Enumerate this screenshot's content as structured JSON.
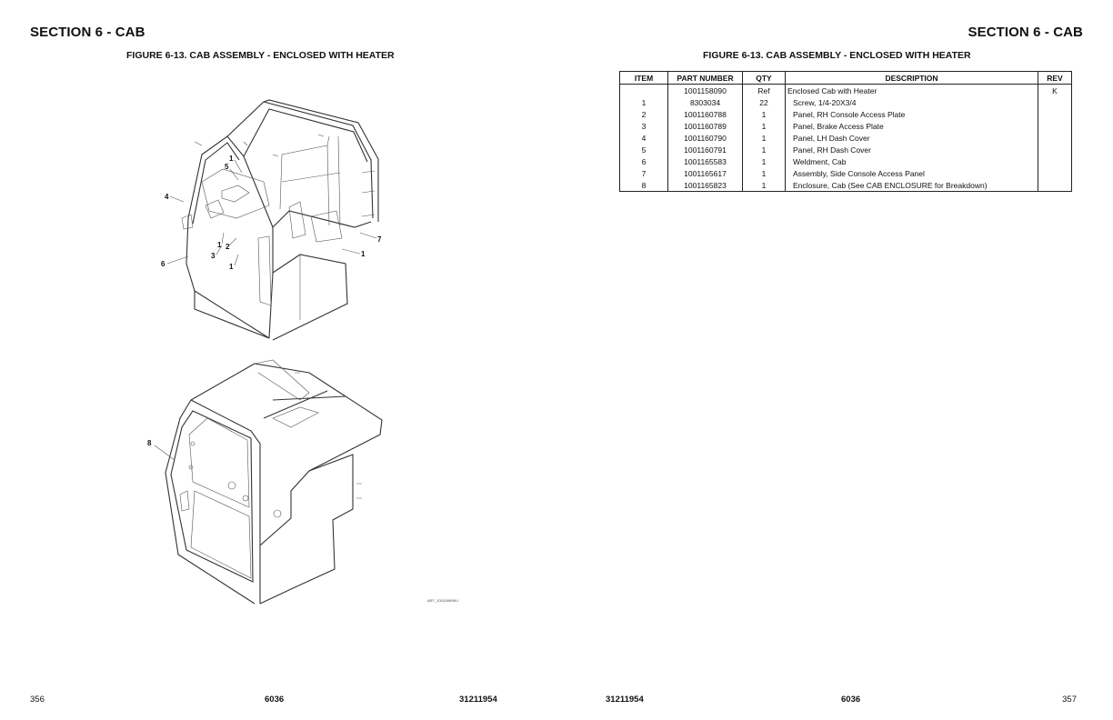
{
  "header": {
    "section_left": "SECTION 6 - CAB",
    "section_right": "SECTION 6 - CAB",
    "figure_left": "FIGURE 6-13. CAB ASSEMBLY - ENCLOSED WITH HEATER",
    "figure_right": "FIGURE 6-13. CAB ASSEMBLY - ENCLOSED WITH HEATER"
  },
  "table": {
    "headers": [
      "ITEM",
      "PART NUMBER",
      "QTY",
      "DESCRIPTION",
      "REV"
    ],
    "rows": [
      {
        "item": "",
        "part": "1001158090",
        "qty": "Ref",
        "desc": "Enclosed Cab with Heater",
        "rev": "K"
      },
      {
        "item": "1",
        "part": "8303034",
        "qty": "22",
        "desc": "Screw, 1/4-20X3/4",
        "rev": ""
      },
      {
        "item": "2",
        "part": "1001160788",
        "qty": "1",
        "desc": "Panel, RH Console Access Plate",
        "rev": ""
      },
      {
        "item": "3",
        "part": "1001160789",
        "qty": "1",
        "desc": "Panel, Brake Access Plate",
        "rev": ""
      },
      {
        "item": "4",
        "part": "1001160790",
        "qty": "1",
        "desc": "Panel, LH Dash Cover",
        "rev": ""
      },
      {
        "item": "5",
        "part": "1001160791",
        "qty": "1",
        "desc": "Panel, RH Dash Cover",
        "rev": ""
      },
      {
        "item": "6",
        "part": "1001165583",
        "qty": "1",
        "desc": "Weldment, Cab",
        "rev": ""
      },
      {
        "item": "7",
        "part": "1001165617",
        "qty": "1",
        "desc": "Assembly, Side Console Access Panel",
        "rev": ""
      },
      {
        "item": "8",
        "part": "1001165823",
        "qty": "1",
        "desc": "Enclosure, Cab (See CAB ENCLOSURE for Breakdown)",
        "rev": ""
      }
    ]
  },
  "illustration": {
    "callouts": [
      "1",
      "5",
      "4",
      "1",
      "2",
      "3",
      "1",
      "6",
      "7",
      "1",
      "8"
    ],
    "art_id": "ART_1001158090-I"
  },
  "footer": {
    "page_left": "356",
    "model_left": "6036",
    "pub_left": "31211954",
    "pub_right": "31211954",
    "model_right": "6036",
    "page_right": "357"
  }
}
